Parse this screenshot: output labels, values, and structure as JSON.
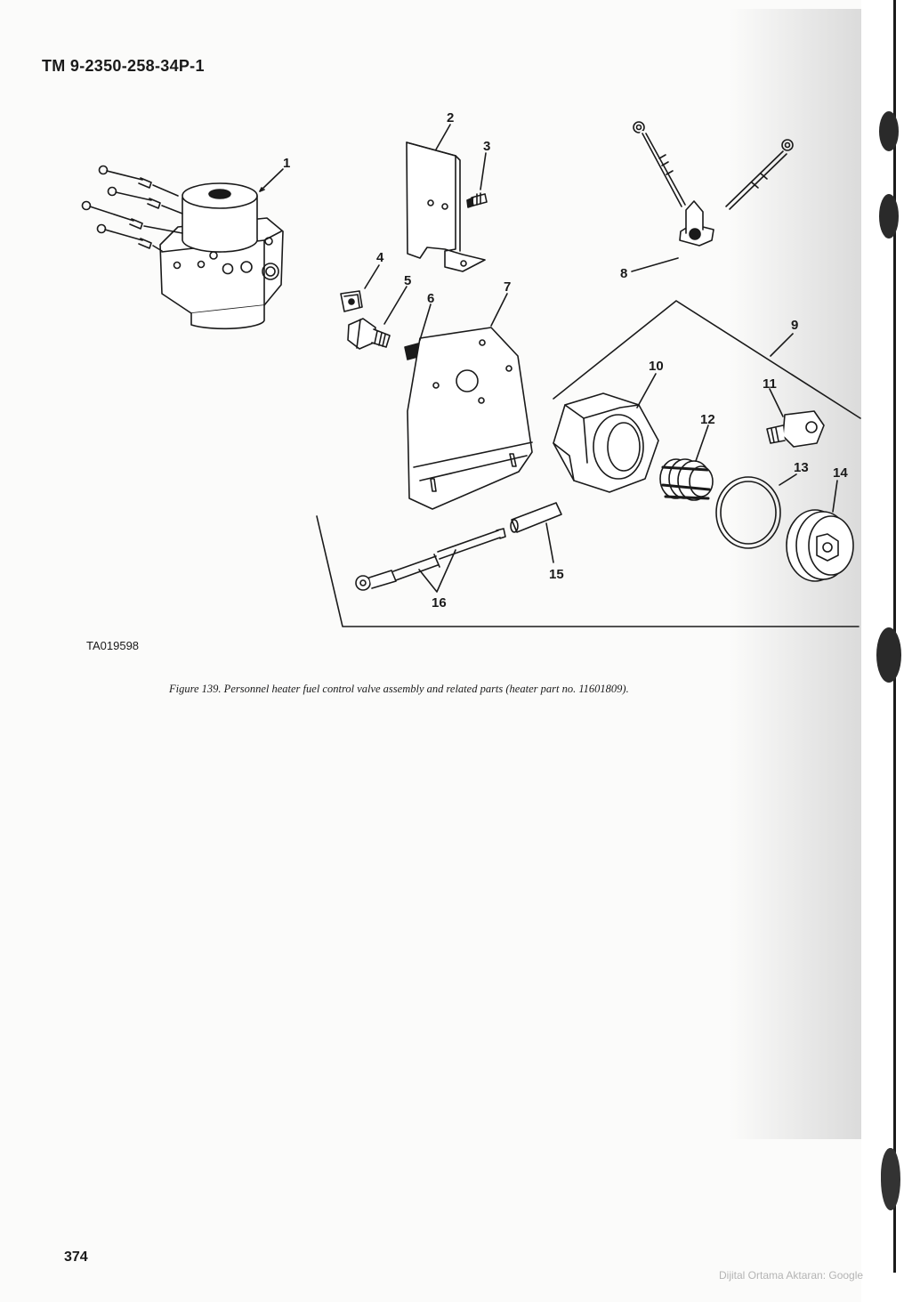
{
  "page": {
    "header": "TM 9-2350-258-34P-1",
    "figure_code": "TA019598",
    "caption": "Figure 139.  Personnel heater fuel control valve assembly and related parts (heater part no. 11601809).",
    "page_number": "374",
    "credit": "Dijital Ortama Aktaran: Google"
  },
  "callouts": [
    "1",
    "2",
    "3",
    "4",
    "5",
    "6",
    "7",
    "8",
    "9",
    "10",
    "11",
    "12",
    "13",
    "14",
    "15",
    "16"
  ]
}
